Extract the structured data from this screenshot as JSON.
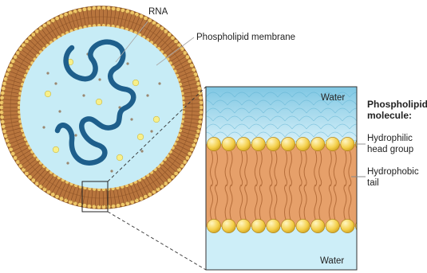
{
  "labels": {
    "rna": "RNA",
    "membrane": "Phospholipid membrane",
    "water_top": "Water",
    "water_bottom": "Water",
    "molecule_title_line1": "Phospholipid",
    "molecule_title_line2": "molecule:",
    "head_line1": "Hydrophilic",
    "head_line2": "head group",
    "tail_line1": "Hydrophobic",
    "tail_line2": "tail"
  },
  "colors": {
    "membrane_brown": "#b8753d",
    "membrane_dark": "#7a4420",
    "interior": "#c7ecf6",
    "rna_blue": "#1e5f8c",
    "head_yellow": "#f4cf4a",
    "tail_orange": "#e6a06a",
    "water_blue": "#bfe6f3"
  }
}
